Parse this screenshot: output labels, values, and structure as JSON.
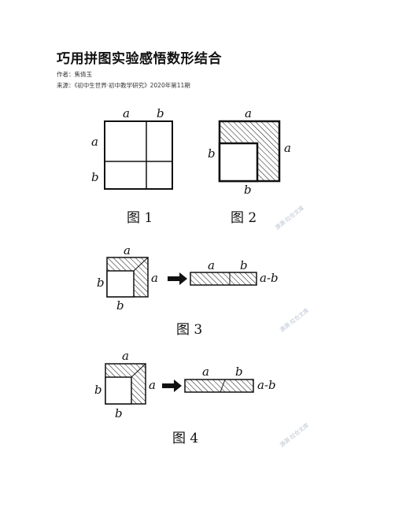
{
  "article": {
    "title": "巧用拼图实验感悟数形结合",
    "author": "作者：焦倩玉",
    "source": "来源：《初中生世界·初中教学研究》2020年第11期"
  },
  "figures": {
    "fig1": {
      "caption": "图 1",
      "label_a_top": "a",
      "label_b_top": "b",
      "label_a_left": "a",
      "label_b_left": "b"
    },
    "fig2": {
      "caption": "图 2",
      "label_a_top": "a",
      "label_a_right": "a",
      "label_b_left": "b",
      "label_b_bottom": "b"
    },
    "fig3": {
      "caption": "图 3",
      "label_a_top": "a",
      "label_a_right": "a",
      "label_b_left": "b",
      "label_b_bottom": "b",
      "rect_label_a": "a",
      "rect_label_b": "b",
      "rect_label_diff": "a-b"
    },
    "fig4": {
      "caption": "图 4",
      "label_a_top": "a",
      "label_a_right": "a",
      "label_b_left": "b",
      "label_b_bottom": "b",
      "rect_label_a": "a",
      "rect_label_b": "b",
      "rect_label_diff": "a-b"
    }
  },
  "watermarks": [
    "源源·拉仓文库",
    "源源·拉仓文库",
    "源源·拉仓文库"
  ]
}
